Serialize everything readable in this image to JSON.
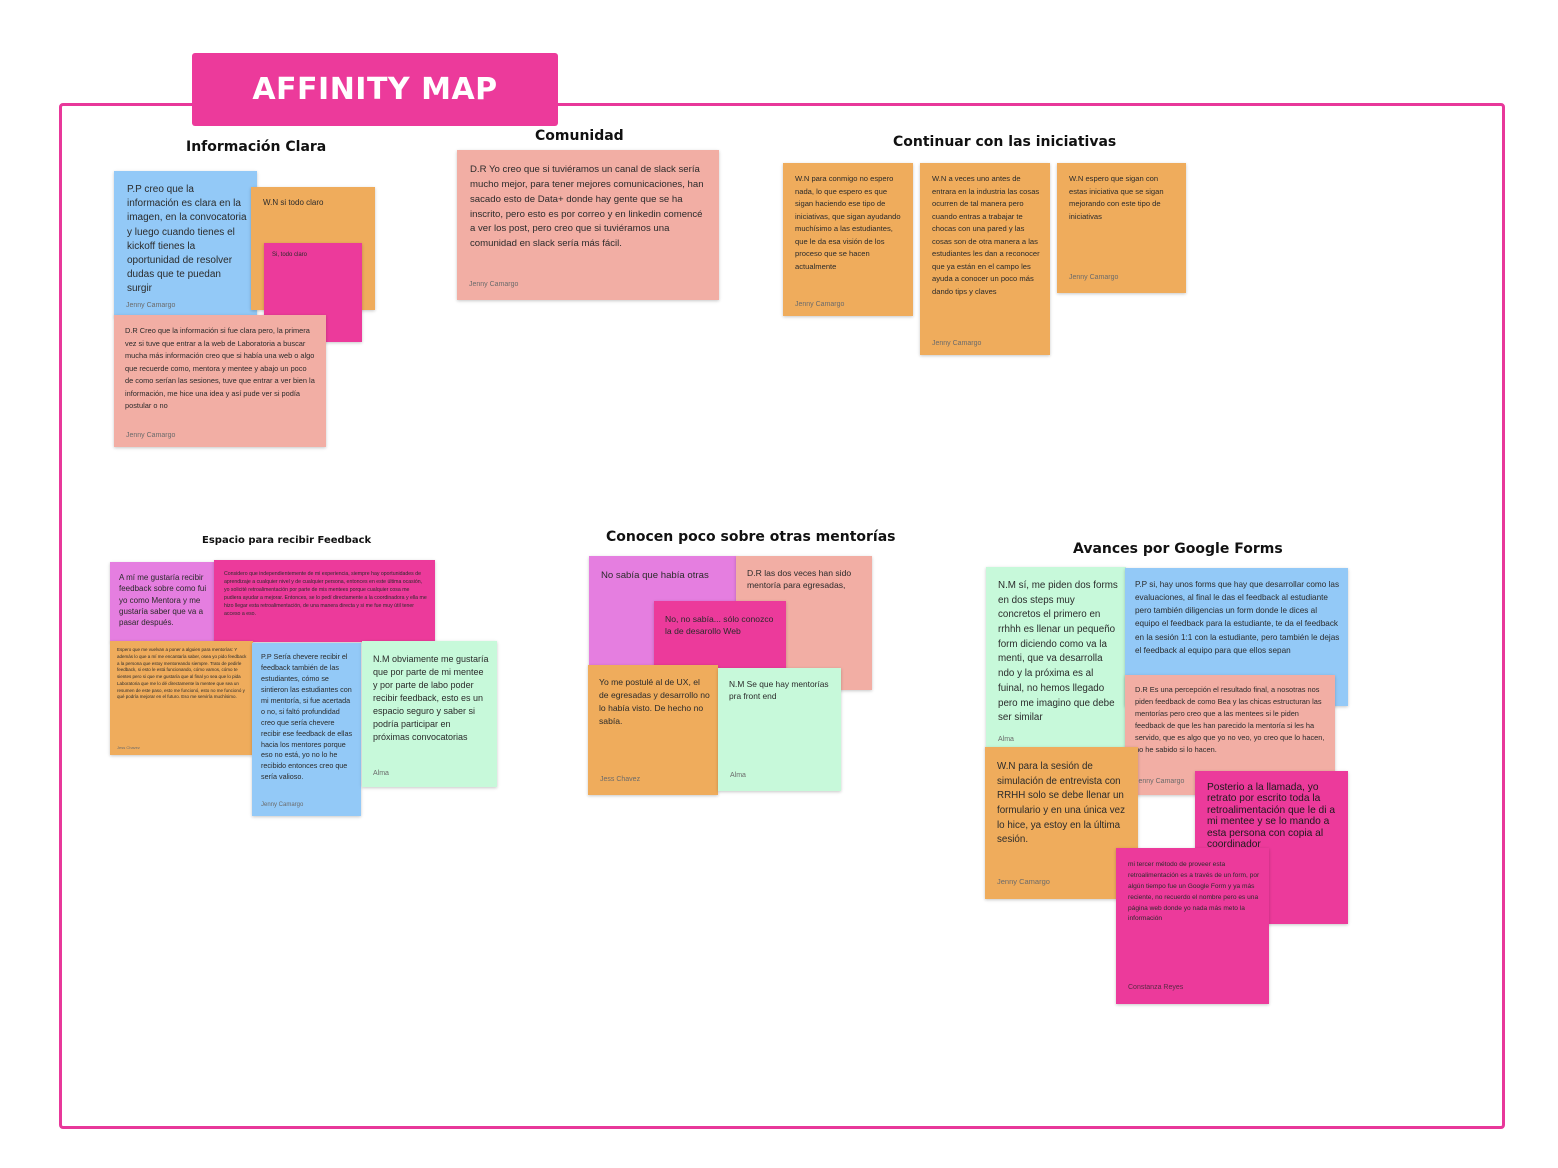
{
  "board": {
    "title": "AFFINITY MAP",
    "colors": {
      "accent": "#ec3a9b",
      "blue": "#93c9f7",
      "orange": "#efac5c",
      "salmon": "#f2aea4",
      "magenta": "#ec3a9b",
      "violet": "#e57ee0",
      "green": "#c7f9da"
    }
  },
  "clusters": {
    "info": {
      "heading": "Información Clara",
      "n1": {
        "text": "P.P creo que la información es clara en la imagen, en la convocatoria y luego cuando tienes el kickoff tienes la oportunidad de resolver dudas que te puedan surgir",
        "author": "Jenny Camargo"
      },
      "n2": {
        "text": "W.N si todo claro",
        "author": ""
      },
      "n3": {
        "text": "Si, todo claro",
        "author": ""
      },
      "n4": {
        "text": "D.R Creo que la información si fue clara pero, la primera vez si tuve que entrar a la web de Laboratoria a buscar mucha más información creo que si había una web o algo que recuerde como, mentora y mentee y abajo un poco de como serían las sesiones, tuve que entrar a ver bien la información, me hice una idea y así pude ver si podía postular o no",
        "author": "Jenny Camargo"
      }
    },
    "comunidad": {
      "heading": "Comunidad",
      "n1": {
        "text": "D.R Yo creo que si tuviéramos un canal de slack sería mucho mejor, para tener mejores comunicaciones, han sacado esto de Data+ donde hay gente que se ha inscrito, pero esto es por correo y en linkedin comencé a ver los post, pero creo que si tuviéramos una comunidad en slack sería más fácil.",
        "author": "Jenny Camargo"
      }
    },
    "continuar": {
      "heading": "Continuar con las iniciativas",
      "n1": {
        "text": "W.N para conmigo no espero nada, lo que espero es que sigan haciendo ese tipo de iniciativas, que sigan ayudando muchísimo a las estudiantes, que le da esa visión de los proceso que se hacen actualmente",
        "author": "Jenny Camargo"
      },
      "n2": {
        "text": "W.N a veces uno antes de entrara en la industria las cosas ocurren de tal manera pero cuando entras a trabajar te chocas con una pared y las cosas son de otra manera a las estudiantes les dan a reconocer que ya están en el campo les ayuda a conocer un poco más dando tips y claves",
        "author": "Jenny Camargo"
      },
      "n3": {
        "text": "W.N espero que sigan con estas iniciativa que se sigan mejorando con este tipo de iniciativas",
        "author": "Jenny Camargo"
      }
    },
    "feedback": {
      "heading": "Espacio para recibir Feedback",
      "n1": {
        "text": "A mí me gustaría recibir feedback sobre como fui yo como Mentora y me gustaría saber que va a pasar después.",
        "author": ""
      },
      "n2": {
        "text": "Considero que independientemente de mi experiencia, siempre hay oportunidades de aprendizaje a cualquier nivel y de cualquier persona, entonces en este última ocasión, yo solicité retroalimentación por parte de mis mentees porque cualquier cosa me pudiera ayudar a mejorar. Entonces, se lo pedí directamente a la coordinadora y ella me hizo llegar esta retroalimentación, de una manera directa y si me fue muy útil tener acceso a eso.",
        "author": ""
      },
      "n3": {
        "text": "Espero que me vuelvan a poner a alguien para mentorías: Y además lo que a mí me encantaría saber, osea yo pido feedback a la persona que estoy mentoreando siempre. Trato de pedirle feedback, si esto le está funcionando, cómo vamos, cómo te sientes pero si que me gustaría que al final yo sea que lo pida Laboratoria que me lo dé directamente la mentee que sea un resumen de este paso, esto me funcionó, esto no me funcionó y qué podría mejorar en el futuro. Eso me serviría muchísimo.",
        "author": "Jess Chavez"
      },
      "n4": {
        "text": "P.P Sería chevere recibir el feedback también de las estudiantes, cómo se sintieron las estudiantes con mi mentoría, si fue acertada o no, si faltó profundidad creo que sería chevere recibir ese feedback de ellas hacia los mentores porque eso no está, yo no lo he recibido entonces creo que sería valioso.",
        "author": "Jenny Camargo"
      },
      "n5": {
        "text": "N.M obviamente me gustaría que por parte de mi mentee y por parte de labo poder recibir feedback, esto es un espacio seguro y saber si podría participar en próximas convocatorias",
        "author": "Alma"
      }
    },
    "conocen": {
      "heading": "Conocen poco sobre otras mentorías",
      "n1": {
        "text": "No sabía que había otras",
        "author": ""
      },
      "n2": {
        "text": "D.R las dos veces han sido mentoría para egresadas,",
        "author": ""
      },
      "n3": {
        "text": "No, no sabía... sólo conozco la de desarollo Web",
        "author": ""
      },
      "n4": {
        "text": "Yo me postulé al de UX, el de egresadas y desarrollo no lo había visto. De hecho no sabía.",
        "author": "Jess Chavez"
      },
      "n5": {
        "text": "N.M Se que hay mentorías pra front end",
        "author": "Alma"
      }
    },
    "avances": {
      "heading": "Avances por Google Forms",
      "n1": {
        "text": "N.M sí, me piden dos forms en dos steps muy concretos el primero en rrhhh es llenar un pequeño form diciendo como va la menti, que va desarrolla ndo y la próxima es al fuinal, no hemos llegado pero me imagino que debe ser similar",
        "author": "Alma"
      },
      "n2": {
        "text": "P.P si, hay unos forms que hay que desarrollar como las evaluaciones, al final le das el feedback al estudiante pero también diligencias un form donde le dices al equipo el feedback para la estudiante, te da el feedback en la sesión 1:1 con la estudiante, pero también le dejas el feedback al equipo para que ellos sepan",
        "author": ""
      },
      "n3": {
        "text": "D.R Es una percepción el resultado final, a nosotras nos piden feedback de como Bea y las chicas estructuran las mentorías pero creo que a las mentees si le piden feedback de que les han parecido la mentoría si les ha servido, que es algo que yo no veo, yo creo que lo hacen, no he sabido si lo hacen.",
        "author": "Jenny Camargo"
      },
      "n4": {
        "text": "W.N para la sesión de simulación de entrevista con RRHH solo se debe llenar un formulario y en una única vez lo hice, ya estoy en la última sesión.",
        "author": "Jenny Camargo"
      },
      "n5": {
        "text": "Posterio a la llamada, yo retrato por escrito toda la retroalimentación que le di a mi mentee y se lo mando a esta persona con copia al coordinador",
        "author": ""
      },
      "n6": {
        "text": "mi tercer método de proveer esta retroalimentación es a través de un form, por algún tiempo fue un Google Form y ya más reciente, no recuerdo el nombre pero es una página web donde yo nada más meto la información",
        "author": "Constanza Reyes"
      }
    }
  }
}
